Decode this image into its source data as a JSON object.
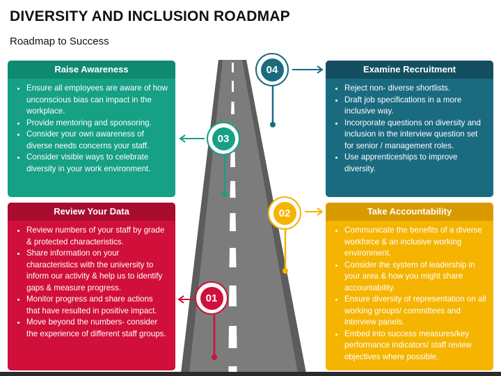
{
  "header": {
    "title": "DIVERSITY AND INCLUSION ROADMAP",
    "subtitle": "Roadmap to Success"
  },
  "colors": {
    "green": "#16a085",
    "red": "#d0103a",
    "teal": "#1a6b80",
    "amber": "#f5b400",
    "road": "#7a7a7a",
    "road_dark": "#474747"
  },
  "steps": [
    {
      "number": "01",
      "heading": "Review Your Data",
      "color": "#d0103a",
      "head_color": "#a80d30",
      "bullets": [
        "Review numbers of your staff by grade & protected characteristics.",
        "Share information on your characteristics with the university to inform our activity & help us to identify gaps & measure progress.",
        "Monitor progress and share actions that have resulted in positive impact.",
        "Move beyond the numbers- consider the experience of different staff groups."
      ]
    },
    {
      "number": "02",
      "heading": "Take Accountability",
      "color": "#f5b400",
      "head_color": "#d99a00",
      "bullets": [
        "Communicate the benefits of a diverse workforce & an inclusive working environment.",
        "Consider the system of leadership in your area & how you might share accountability.",
        "Ensure diversity of representation on all working groups/ committees and interview panels.",
        "Embed into success measures/key performance indicators/ staff review objectives where possible."
      ]
    },
    {
      "number": "03",
      "heading": "Raise Awareness",
      "color": "#16a085",
      "head_color": "#0f8a70",
      "bullets": [
        "Ensure all employees are aware of how unconscious bias can impact in the workplace.",
        "Provide mentoring and sponsoring.",
        "Consider your own awareness of diverse needs concerns your staff.",
        "Consider visible ways to celebrate diversity in your work environment."
      ]
    },
    {
      "number": "04",
      "heading": "Examine Recruitment",
      "color": "#1a6b80",
      "head_color": "#134f61",
      "bullets": [
        "Reject non- diverse shortlists.",
        "Draft job specifications in a more inclusive way.",
        "Incorporate questions on diversity and inclusion in the interview question set for senior / management roles.",
        "Use apprenticeships to improve diversity."
      ]
    }
  ]
}
